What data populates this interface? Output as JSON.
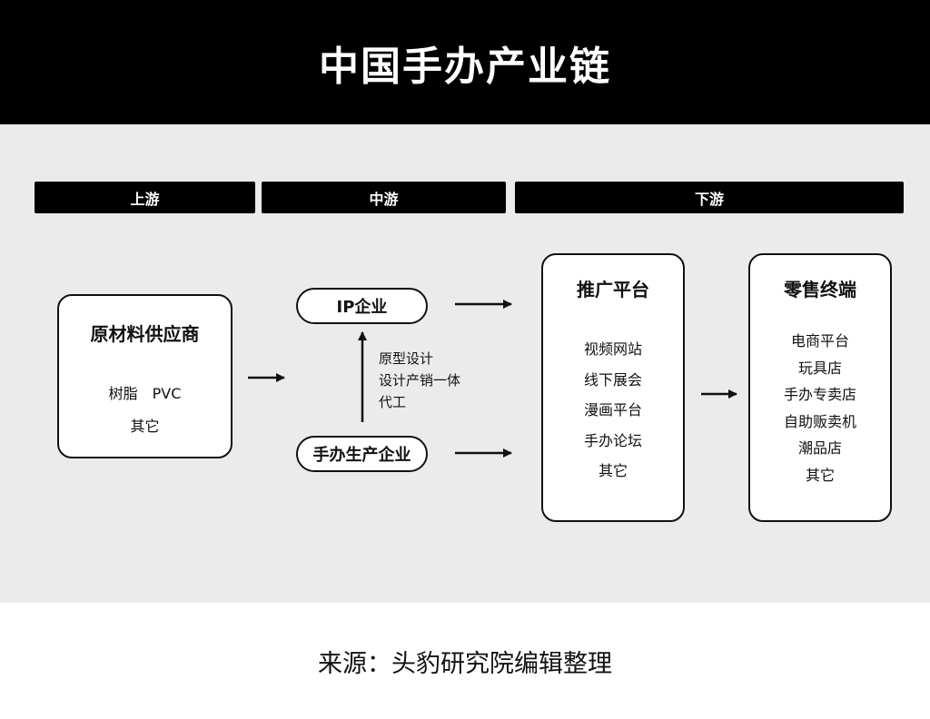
{
  "title": "中国手办产业链",
  "stages": {
    "upstream": "上游",
    "midstream": "中游",
    "downstream": "下游"
  },
  "suppliers": {
    "title": "原材料供应商",
    "items": [
      "树脂　PVC",
      "其它"
    ]
  },
  "ip_company": "IP企业",
  "manufacturer": "手办生产企业",
  "mid_note": [
    "原型设计",
    "设计产销一体",
    "代工"
  ],
  "promotion": {
    "title": "推广平台",
    "items": [
      "视频网站",
      "线下展会",
      "漫画平台",
      "手办论坛",
      "其它"
    ]
  },
  "retail": {
    "title": "零售终端",
    "items": [
      "电商平台",
      "玩具店",
      "手办专卖店",
      "自助贩卖机",
      "潮品店",
      "其它"
    ]
  },
  "source": "来源：头豹研究院编辑整理"
}
